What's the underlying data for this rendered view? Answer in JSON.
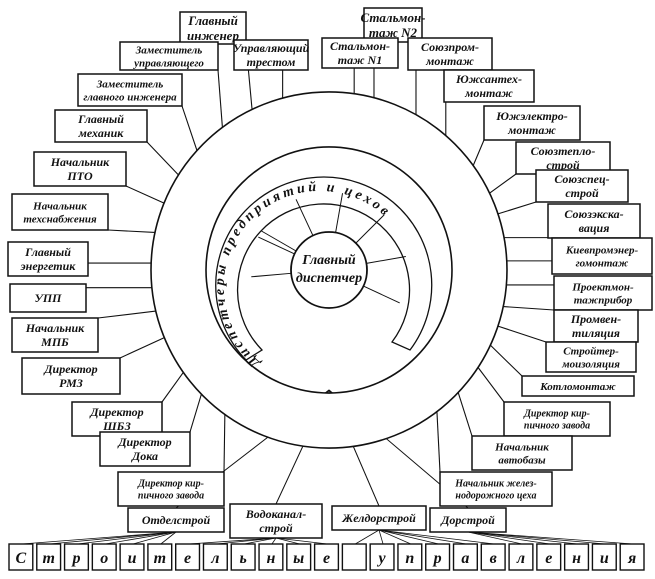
{
  "center": [
    "Главный",
    "диспетчер"
  ],
  "ring_text": "Диспетчеры предприятий и цехов",
  "boxes": [
    {
      "id": "glavny-inzhener",
      "lines": [
        "Главный",
        "инженер"
      ]
    },
    {
      "id": "zam-upravlyayushchego",
      "lines": [
        "Заместитель",
        "управляющего"
      ]
    },
    {
      "id": "upravlyayushchy-trestom",
      "lines": [
        "Управляющий",
        "трестом"
      ]
    },
    {
      "id": "stalmontazh-2",
      "lines": [
        "Стальмон-",
        "таж N2"
      ]
    },
    {
      "id": "stalmontazh-1",
      "lines": [
        "Стальмон-",
        "таж N1"
      ]
    },
    {
      "id": "soyuzprommontazh",
      "lines": [
        "Союзпром-",
        "монтаж"
      ]
    },
    {
      "id": "zam-glavnogo-inzhenera",
      "lines": [
        "Заместитель",
        "главного инженера"
      ]
    },
    {
      "id": "yuzhsantekhmontazh",
      "lines": [
        "Южсантех-",
        "монтаж"
      ]
    },
    {
      "id": "glavny-mekhanik",
      "lines": [
        "Главный",
        "механик"
      ]
    },
    {
      "id": "yuzhelektromontazh",
      "lines": [
        "Южэлектро-",
        "монтаж"
      ]
    },
    {
      "id": "soyuzteplostroy",
      "lines": [
        "Союзтепло-",
        "строй"
      ]
    },
    {
      "id": "nachalnik-pto",
      "lines": [
        "Начальник",
        "ПТО"
      ]
    },
    {
      "id": "soyuzspetsstroy",
      "lines": [
        "Союзспец-",
        "строй"
      ]
    },
    {
      "id": "nachalnik-tekhsnabzheniya",
      "lines": [
        "Начальник",
        "техснабжения"
      ]
    },
    {
      "id": "soyuzekskavatsiya",
      "lines": [
        "Союзэкска-",
        "вация"
      ]
    },
    {
      "id": "glavny-energetik",
      "lines": [
        "Главный",
        "энергетик"
      ]
    },
    {
      "id": "kievpromenergomontazh",
      "lines": [
        "Киевпромэнер-",
        "гомонтаж"
      ]
    },
    {
      "id": "upp",
      "lines": [
        "УПП"
      ]
    },
    {
      "id": "proektmontazhpribor",
      "lines": [
        "Проектмон-",
        "тажприбор"
      ]
    },
    {
      "id": "nachalnik-mpb",
      "lines": [
        "Начальник",
        "МПБ"
      ]
    },
    {
      "id": "promventilyatsiya",
      "lines": [
        "Промвен-",
        "тиляция"
      ]
    },
    {
      "id": "stroyitermoizolyatsiya",
      "lines": [
        "Стройтер-",
        "моизоляция"
      ]
    },
    {
      "id": "direktor-rmz",
      "lines": [
        "Директор",
        "РМЗ"
      ]
    },
    {
      "id": "kotlomontazh",
      "lines": [
        "Котломонтаж"
      ]
    },
    {
      "id": "direktor-shbz",
      "lines": [
        "Директор",
        "ШБЗ"
      ]
    },
    {
      "id": "direktor-kirpichnogo-zavoda-right",
      "lines": [
        "Директор кир-",
        "пичного завода"
      ]
    },
    {
      "id": "direktor-doka",
      "lines": [
        "Директор",
        "Дока"
      ]
    },
    {
      "id": "nachalnik-avtobazy",
      "lines": [
        "Начальник",
        "автобазы"
      ]
    },
    {
      "id": "direktor-kirpichnogo-zavoda-left",
      "lines": [
        "Директор кир-",
        "пичного завода"
      ]
    },
    {
      "id": "nachalnik-zheleznodorozhnogo-tsekha",
      "lines": [
        "Начальник желез-",
        "нодорожного цеха"
      ]
    },
    {
      "id": "otdelstroy",
      "lines": [
        "Отделстрой"
      ]
    },
    {
      "id": "vodokanalstroy",
      "lines": [
        "Водоканал-",
        "строй"
      ]
    },
    {
      "id": "zheldorstroy",
      "lines": [
        "Желдорстрой"
      ]
    },
    {
      "id": "dorstroy",
      "lines": [
        "Дорстрой"
      ]
    }
  ],
  "bottom_cells": [
    "С",
    "т",
    "р",
    "о",
    "и",
    "т",
    "е",
    "л",
    "ь",
    "н",
    "ы",
    "е",
    "",
    "у",
    "п",
    "р",
    "а",
    "в",
    "л",
    "е",
    "н",
    "и",
    "я"
  ]
}
